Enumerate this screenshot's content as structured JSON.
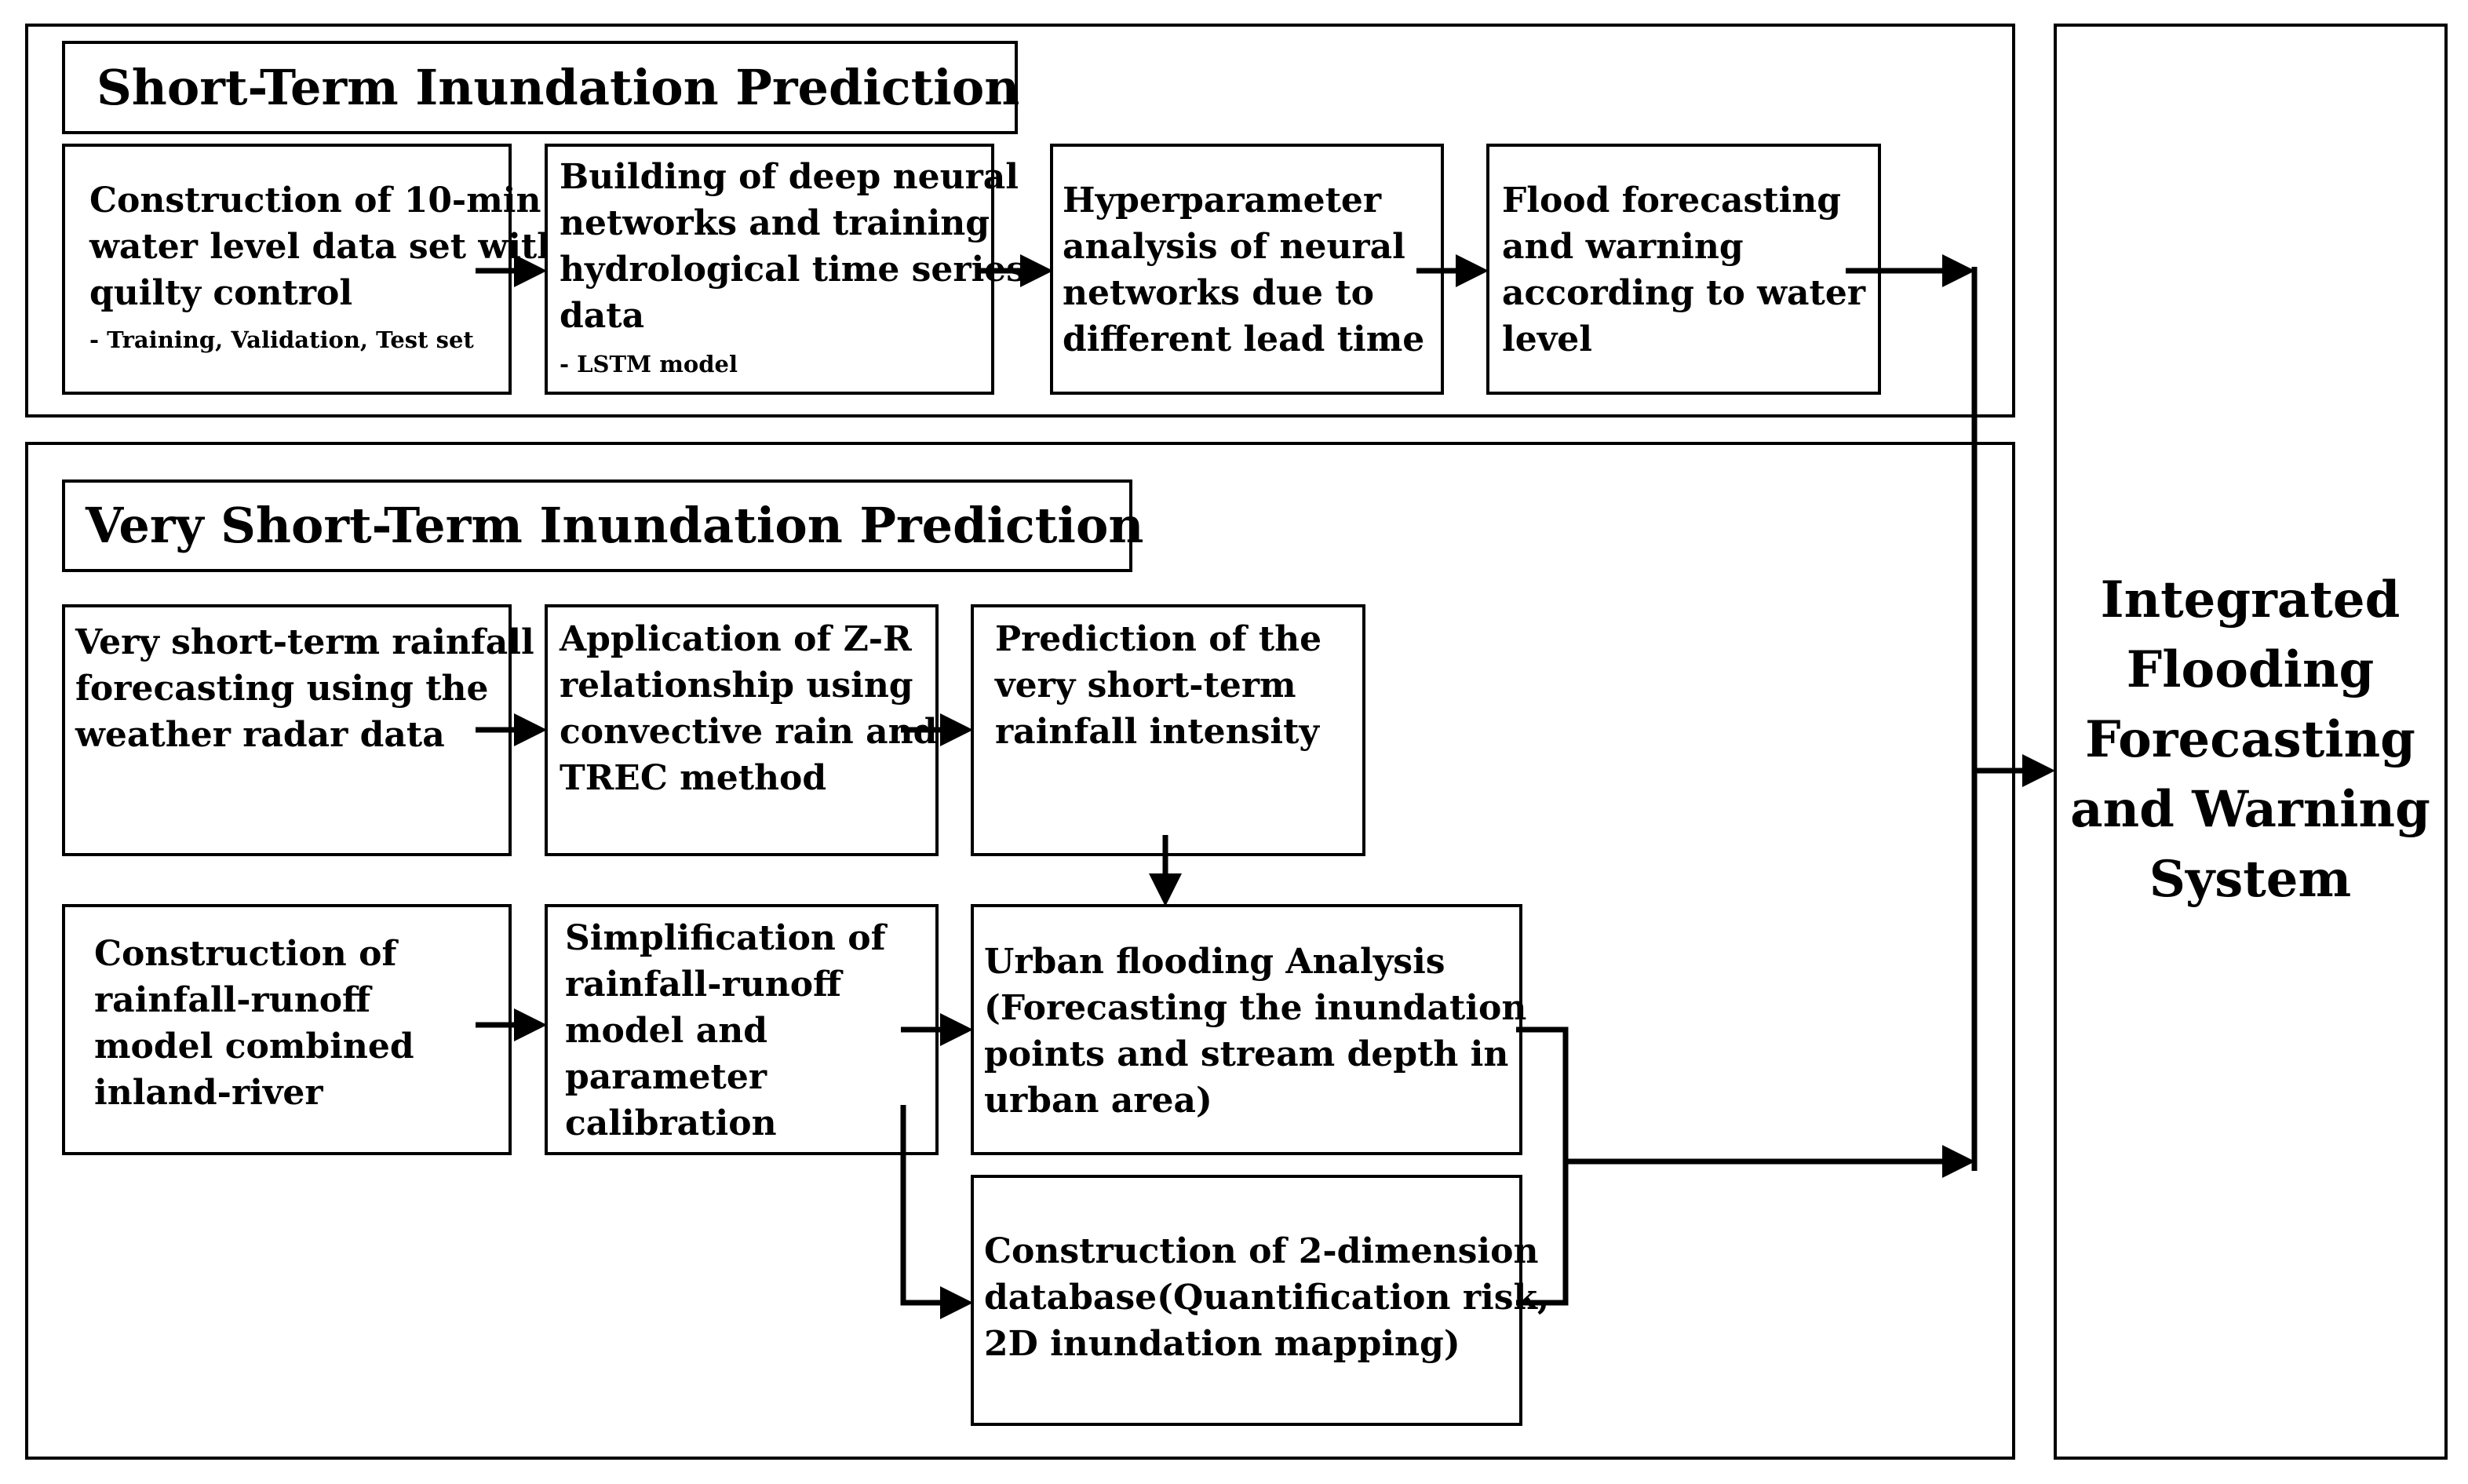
{
  "short_term": {
    "title": "Short-Term Inundation Prediction",
    "step1": {
      "text": "Construction of 10-min\nwater level data set with\nquilty control",
      "note": "- Training, Validation, Test set"
    },
    "step2": {
      "text": "Building of deep neural\nnetworks and training\nhydrological time series\ndata",
      "note": "- LSTM model"
    },
    "step3": {
      "text": "Hyperparameter\nanalysis of neural\nnetworks due to\ndifferent lead time"
    },
    "step4": {
      "text": "Flood forecasting\nand warning\naccording to water\nlevel"
    }
  },
  "very_short_term": {
    "title": "Very Short-Term Inundation Prediction",
    "radar": {
      "text": "Very short-term rainfall\nforecasting using the\nweather radar data"
    },
    "zr": {
      "text": "Application of Z-R\nrelationship using\nconvective rain and\nTREC method"
    },
    "intensity": {
      "text": "Prediction of the\nvery short-term\nrainfall intensity"
    },
    "runoff_model": {
      "text": "Construction of\nrainfall-runoff\nmodel combined\ninland-river"
    },
    "simplification": {
      "text": "Simplification of\nrainfall-runoff\nmodel and\nparameter\ncalibration"
    },
    "urban_analysis": {
      "text": "Urban flooding Analysis\n(Forecasting the inundation\npoints and stream depth in\nurban area)"
    },
    "database_2d": {
      "text": "Construction of 2-dimension\ndatabase(Quantification risk,\n2D inundation mapping)"
    }
  },
  "system": {
    "text": "Integrated\nFlooding\nForecasting\nand Warning\nSystem"
  }
}
